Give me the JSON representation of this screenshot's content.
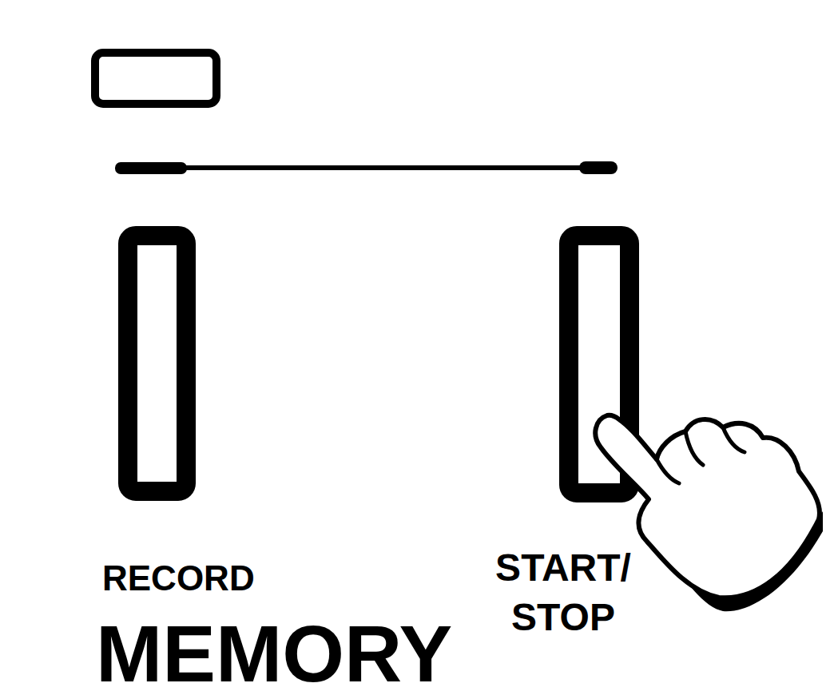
{
  "diagram": {
    "labels": [
      "RECORD",
      "START/ STOP",
      "MEMORY"
    ]
  }
}
